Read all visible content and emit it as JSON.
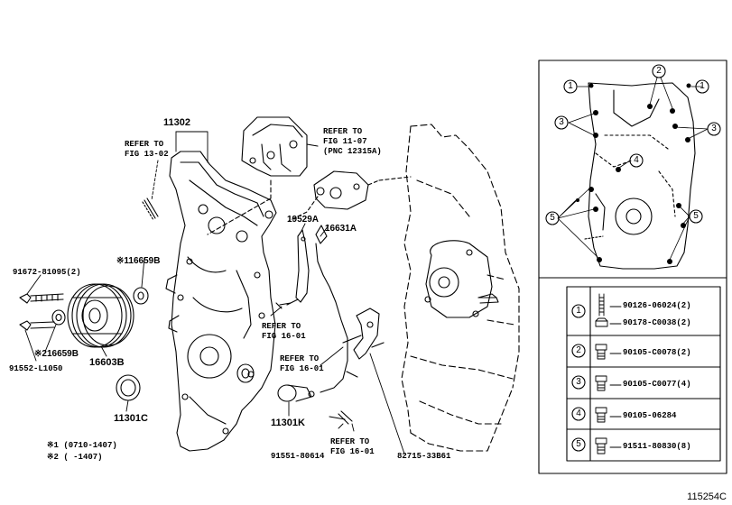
{
  "figure_id": "115254C",
  "part_labels": {
    "p11302": "11302",
    "p19529A": "19529A",
    "p16631A": "16631A",
    "p16659B_1": "※116659B",
    "p91672": "91672-81095(2)",
    "p16659B_2": "※216659B",
    "p91552": "91552-L1050",
    "p16603B": "16603B",
    "p11301C": "11301C",
    "p11301K": "11301K",
    "p91551": "91551-80614",
    "p82715": "82715-33B61"
  },
  "refer_labels": {
    "fig13_02": [
      "REFER TO",
      "FIG 13-02"
    ],
    "fig11_07": [
      "REFER TO",
      "FIG 11-07",
      "(PNC 12315A)"
    ],
    "fig16_01_a": [
      "REFER TO",
      "FIG 16-01"
    ],
    "fig16_01_b": [
      "REFER TO",
      "FIG 16-01"
    ],
    "fig16_01_c": [
      "REFER TO",
      "FIG 16-01"
    ]
  },
  "notes": [
    "※1 (0710-1407)",
    "※2 (     -1407)"
  ],
  "inset_callouts": [
    "1",
    "1",
    "2",
    "3",
    "3",
    "4",
    "5",
    "5"
  ],
  "legend": [
    {
      "num": "1",
      "parts": [
        "90126-06024(2)",
        "90178-C0038(2)"
      ]
    },
    {
      "num": "2",
      "parts": [
        "90105-C0078(2)"
      ]
    },
    {
      "num": "3",
      "parts": [
        "90105-C0077(4)"
      ]
    },
    {
      "num": "4",
      "parts": [
        "90105-06284"
      ]
    },
    {
      "num": "5",
      "parts": [
        "91511-80830(8)"
      ]
    }
  ]
}
